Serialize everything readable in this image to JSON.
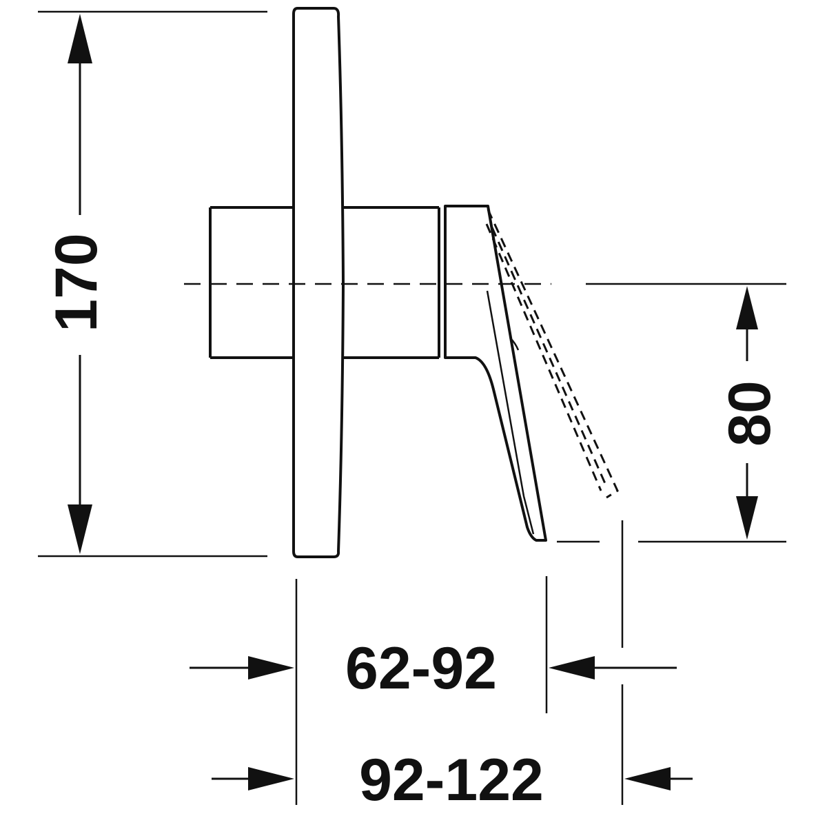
{
  "dimensions": {
    "height_total": "170",
    "axis_to_lever_tip": "80",
    "projection_min": "62-92",
    "projection_max": "92-122"
  }
}
